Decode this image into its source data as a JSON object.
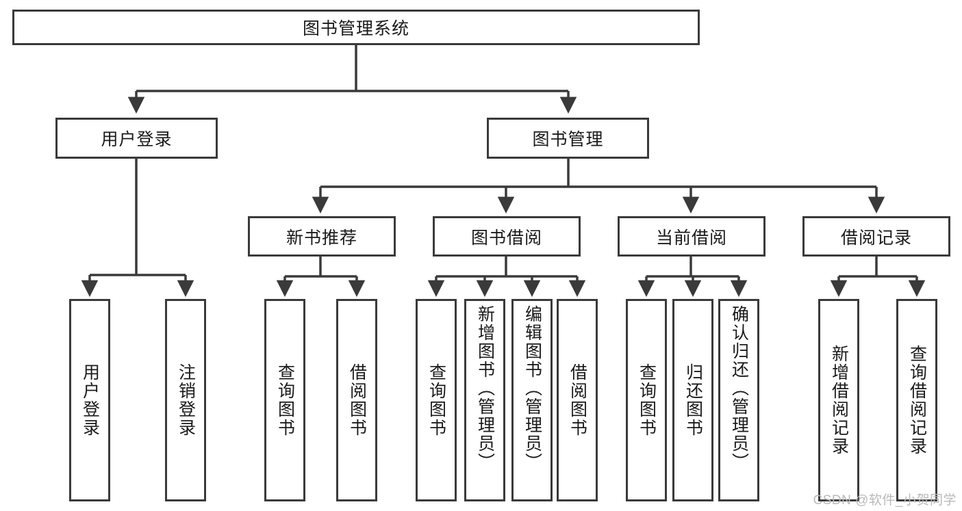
{
  "diagram": {
    "title": "图书管理系统",
    "type": "hierarchy-tree",
    "watermark": "CSDN @软件_小贺同学",
    "colors": {
      "stroke": "#3a3a3a",
      "fill": "#ffffff",
      "text": "#1a1a1a",
      "watermark": "#b9b9b9"
    },
    "levels": {
      "root": {
        "label": "图书管理系统"
      },
      "level2": [
        {
          "label": "用户登录"
        },
        {
          "label": "图书管理"
        }
      ],
      "level3": [
        {
          "label": "新书推荐"
        },
        {
          "label": "图书借阅"
        },
        {
          "label": "当前借阅"
        },
        {
          "label": "借阅记录"
        }
      ],
      "leaves": {
        "user_login": [
          {
            "label": "用户登录"
          },
          {
            "label": "注销登录"
          }
        ],
        "new_book_recommend": [
          {
            "label": "查询图书"
          },
          {
            "label": "借阅图书"
          }
        ],
        "book_borrow": [
          {
            "label": "查询图书"
          },
          {
            "label": "新增图书（管理员）"
          },
          {
            "label": "编辑图书（管理员）"
          },
          {
            "label": "借阅图书"
          }
        ],
        "current_borrow": [
          {
            "label": "查询图书"
          },
          {
            "label": "归还图书"
          },
          {
            "label": "确认归还（管理员）"
          }
        ],
        "borrow_records": [
          {
            "label": "新增借阅记录"
          },
          {
            "label": "查询借阅记录"
          }
        ]
      }
    }
  }
}
